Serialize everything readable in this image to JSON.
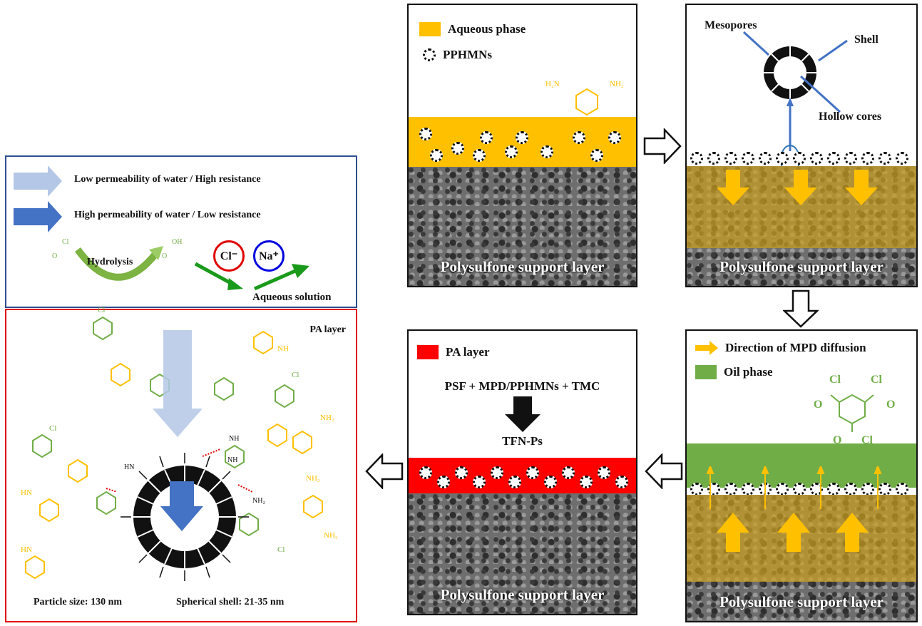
{
  "left_legend": {
    "low_perm": "Low permeability of water / High resistance",
    "high_perm": "High permeability of water / Low resistance",
    "hydrolysis": "Hydrolysis",
    "chloride": "Cl⁻",
    "sodium": "Na⁺",
    "aqueous_solution": "Aqueous solution",
    "acyl_cl": "Cl",
    "acyl_o": "O",
    "acid_oh": "OH",
    "colors": {
      "light_arrow": "#b4c7e7",
      "dark_arrow": "#4472c4",
      "green": "#70ad47",
      "red": "#e00000",
      "blue": "#0000e0"
    }
  },
  "pa_panel": {
    "title": "PA layer",
    "particle_size": "Particle size: 130 nm",
    "shell": "Spherical shell: 21-35 nm",
    "labels": [
      "Cl",
      "Cl",
      "Cl",
      "NH",
      "NH₂",
      "NH₂",
      "NH₂",
      "HN",
      "HN",
      "NH",
      "NH",
      "HN",
      "Cl",
      "NH₂"
    ]
  },
  "panel1": {
    "legend_aqueous": "Aqueous phase",
    "legend_pphmns": "PPHMNs",
    "mpd_h2n": "H₂N",
    "mpd_nh2": "NH₂",
    "support": "Polysulfone support layer",
    "color_aqueous": "#ffc000"
  },
  "panel2": {
    "mesopores": "Mesopores",
    "shell": "Shell",
    "hollow_cores": "Hollow cores",
    "support": "Polysulfone support layer"
  },
  "panel3": {
    "legend_direction": "Direction of MPD diffusion",
    "legend_oil": "Oil phase",
    "tmc_cl": "Cl",
    "tmc_o": "O",
    "support": "Polysulfone support layer",
    "color_oil": "#70ad47"
  },
  "panel4": {
    "legend_pa": "PA layer",
    "equation": "PSF + MPD/PPHMNs + TMC",
    "product": "TFN-Ps",
    "support": "Polysulfone support layer",
    "color_pa": "#ff0000"
  }
}
